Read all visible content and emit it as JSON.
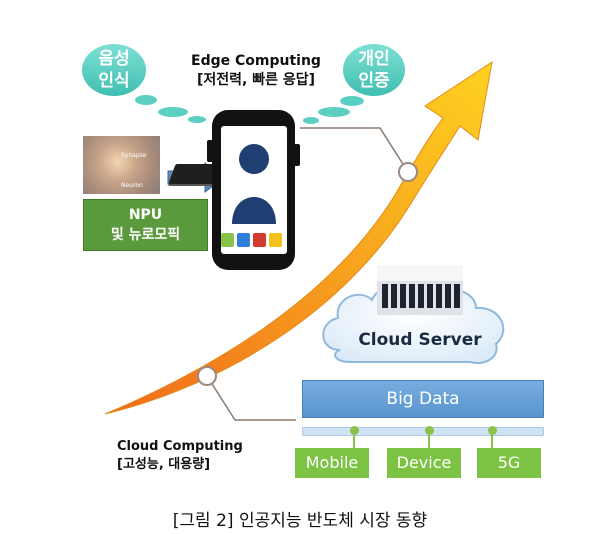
{
  "bubbles": {
    "speech": "음성\n인식",
    "auth": "개인\n인증"
  },
  "edge": {
    "title": "Edge Computing",
    "subtitle": "[저전력, 빠른 응답]"
  },
  "npu": {
    "line1": "NPU",
    "line2": "및 뉴로모픽"
  },
  "neuron_labels": [
    "Synapse",
    "Neuron"
  ],
  "cloud_server": "Cloud Server",
  "big_data": "Big Data",
  "network_nodes": [
    "Mobile",
    "Device",
    "5G"
  ],
  "cloud_computing": {
    "title": "Cloud Computing",
    "subtitle": "[고성능, 대용량]"
  },
  "caption": "[그림 2] 인공지능 반도체 시장 동향",
  "colors": {
    "arrow_start": "#f26a1b",
    "arrow_end": "#ffd21f",
    "bubble": "#4fc9bb",
    "npu_box": "#5b9a3c",
    "big_data": "#6aa2d8",
    "network_button": "#7cc243",
    "avatar": "#1f3f73"
  },
  "app_colors": [
    "#8bc34a",
    "#2f7fd6",
    "#d43a2f",
    "#f2c21b"
  ]
}
